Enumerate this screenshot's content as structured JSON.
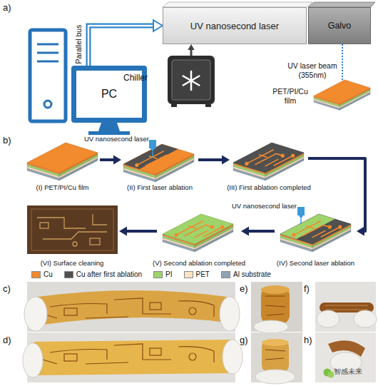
{
  "diagram": {
    "nodes": [
      {
        "text": [
          "PC"
        ]
      },
      {
        "text": [
          "UV nanosecond laser"
        ]
      },
      {
        "text": [
          "Galvo"
        ]
      },
      {
        "text": [
          "Chiller"
        ]
      },
      {
        "text": [
          "PET/PI/Cu film"
        ]
      },
      {
        "text": [
          "(I) PET/PI/Cu film"
        ]
      },
      {
        "text": [
          "(II) First laser ablation"
        ]
      },
      {
        "text": [
          "(III) First ablation completed"
        ]
      },
      {
        "text": [
          "(IV) Second laser ablation"
        ]
      },
      {
        "text": [
          "(V) Second ablation completed"
        ]
      },
      {
        "text": [
          "(VI) Surface cleaning"
        ]
      }
    ],
    "edges": [
      {
        "from": 0,
        "to": 1,
        "label": "Parallel bus",
        "arrow": "to"
      },
      {
        "from": 3,
        "to": 1,
        "arrow": "to"
      },
      {
        "from": 2,
        "to": 4,
        "label": "UV laser beam (355nm)",
        "arrow": "none"
      },
      {
        "from": 5,
        "to": 6,
        "arrow": "to"
      },
      {
        "from": 6,
        "to": 7,
        "arrow": "to"
      },
      {
        "from": 7,
        "to": 8,
        "arrow": "to"
      },
      {
        "from": 8,
        "to": 9,
        "arrow": "to"
      },
      {
        "from": 9,
        "to": 10,
        "arrow": "to"
      }
    ],
    "labels": [
      "a)",
      "b)",
      "UV nanosecond laser",
      "UV nanosecond laser",
      "c)",
      "d)",
      "e)",
      "f)",
      "g)",
      "h)",
      "智感未来"
    ],
    "legend": [
      {
        "text": "Cu",
        "color": "#f28a2e"
      },
      {
        "text": "Cu after first ablation",
        "color": "#505050"
      },
      {
        "text": "PI",
        "color": "#9fd36b"
      },
      {
        "text": "PET",
        "color": "#fbe3c4"
      },
      {
        "text": "Al substrate",
        "color": "#8fa3b3"
      }
    ]
  }
}
